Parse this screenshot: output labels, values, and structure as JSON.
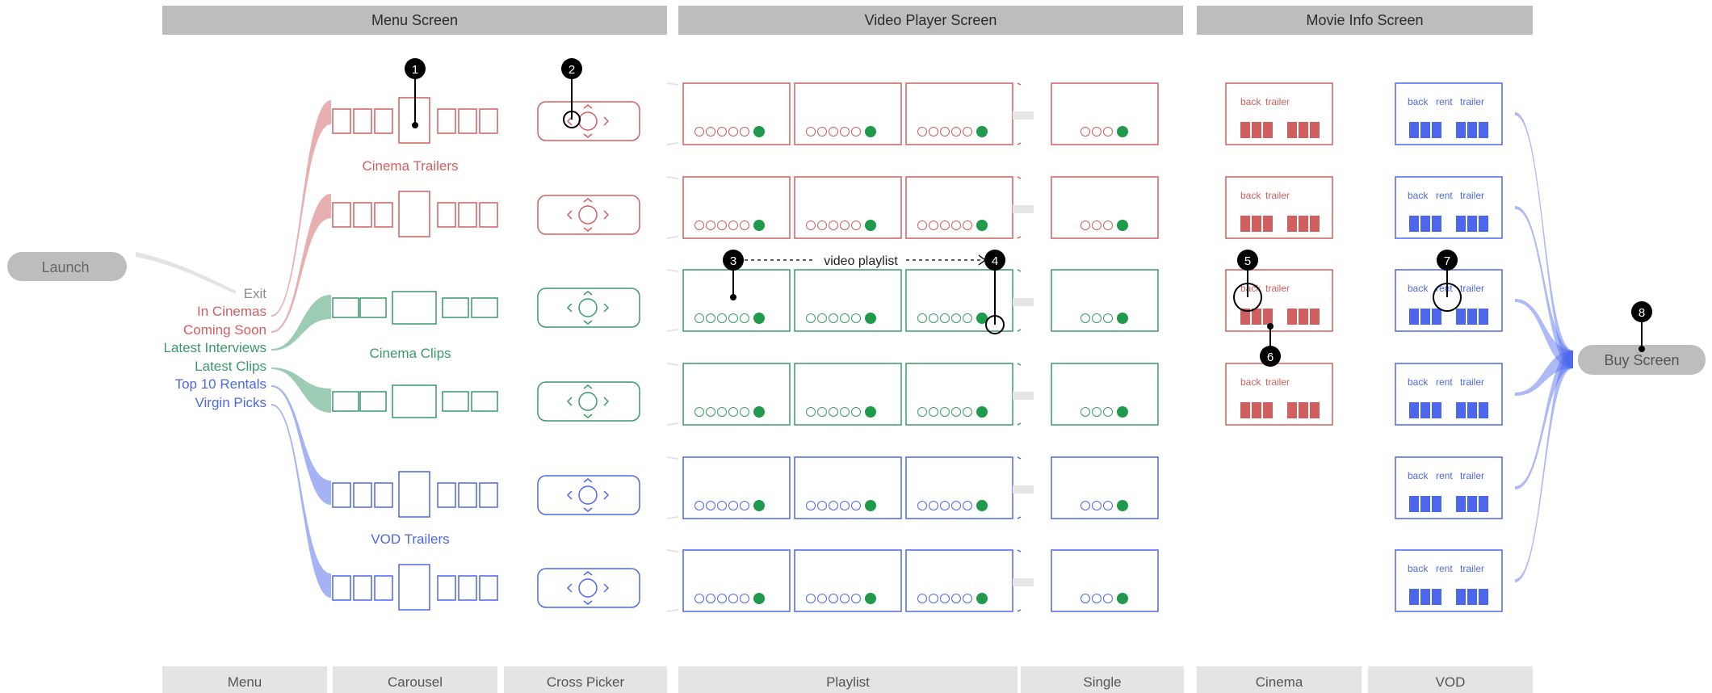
{
  "top_headers": [
    "Menu Screen",
    "Video Player Screen",
    "Movie Info Screen"
  ],
  "bottom_headers": [
    "Menu",
    "Carousel",
    "Cross Picker",
    "Playlist",
    "Single",
    "Cinema",
    "VOD"
  ],
  "launch_label": "Launch",
  "buy_label": "Buy Screen",
  "menu_items": [
    {
      "label": "Exit",
      "color": "#8c8c8c"
    },
    {
      "label": "In Cinemas",
      "color": "#d0605f"
    },
    {
      "label": "Coming Soon",
      "color": "#d0605f"
    },
    {
      "label": "Latest Interviews",
      "color": "#3a9a6a"
    },
    {
      "label": "Latest Clips",
      "color": "#3a9a6a"
    },
    {
      "label": "Top 10 Rentals",
      "color": "#4c67ee"
    },
    {
      "label": "Virgin Picks",
      "color": "#4c67ee"
    }
  ],
  "group_labels": [
    "Cinema Trailers",
    "Cinema Clips",
    "VOD Trailers"
  ],
  "row_colors": [
    "red",
    "red",
    "green",
    "green",
    "blue",
    "blue"
  ],
  "colors": {
    "red": "#d0605f",
    "green": "#3a9a6a",
    "blue": "#4c67ee",
    "play_dot": "#1e9a4a",
    "header_bg": "#bdbdbd",
    "footer_bg": "#e4e4e4",
    "pill": "#bdbdbd",
    "callout": "#000000"
  },
  "cinema_buttons": [
    "back",
    "trailer"
  ],
  "vod_buttons": [
    "back",
    "rent",
    "trailer"
  ],
  "playlist_label": "video playlist",
  "callouts": [
    "1",
    "2",
    "3",
    "4",
    "5",
    "6",
    "7",
    "8"
  ],
  "icons": [
    "chevron-left-icon",
    "chevron-right-icon",
    "chevron-up-icon",
    "chevron-down-icon",
    "media-control-icon"
  ]
}
